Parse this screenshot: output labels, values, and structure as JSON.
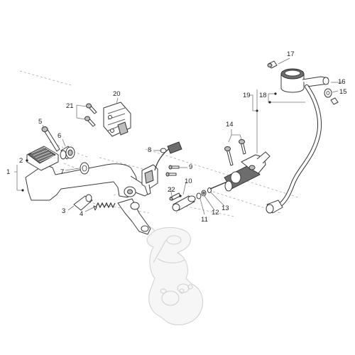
{
  "callouts": [
    "1",
    "2",
    "3",
    "4",
    "5",
    "6",
    "7",
    "8",
    "9",
    "10",
    "11",
    "12",
    "13",
    "14",
    "15",
    "16",
    "17",
    "18",
    "19",
    "20",
    "21",
    "22"
  ]
}
